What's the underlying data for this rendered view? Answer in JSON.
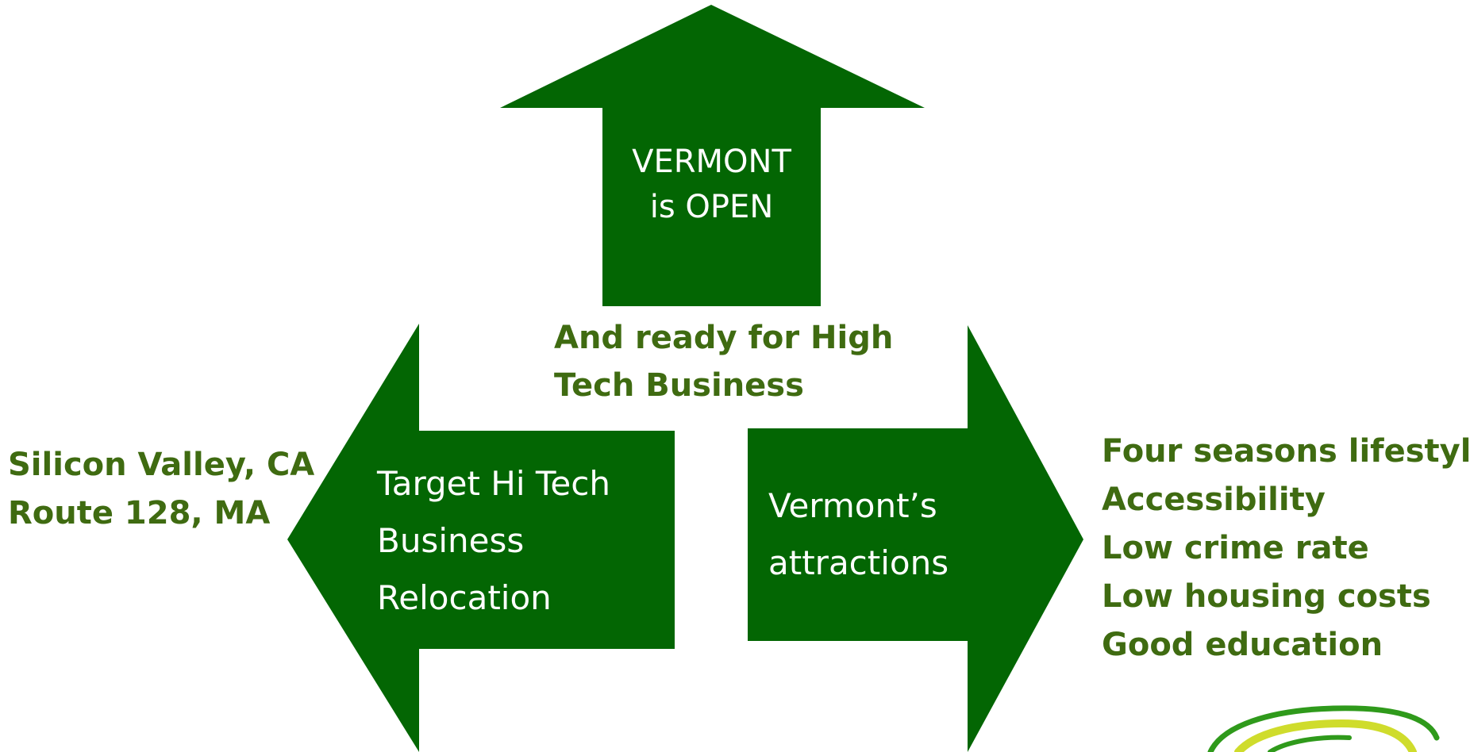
{
  "colors": {
    "arrow_fill": "#036603",
    "text_green": "#3f6b11",
    "text_white": "#ffffff",
    "logo_green": "#2f9a1b",
    "logo_yellow": "#cfdc2c"
  },
  "up_arrow": {
    "line1": "VERMONT",
    "line2": "is OPEN"
  },
  "up_caption": {
    "line1": "And ready for High",
    "line2": "Tech Business"
  },
  "left_arrow": {
    "line1": "Target Hi Tech",
    "line2": "Business",
    "line3": "Relocation"
  },
  "left_side": {
    "line1": "Silicon Valley, CA",
    "line2": "Route 128, MA"
  },
  "right_arrow": {
    "line1": "Vermont’s",
    "line2": "attractions"
  },
  "right_side": {
    "items": [
      "Four seasons lifestyle",
      "Accessibility",
      "Low crime rate",
      "Low housing costs",
      "Good education"
    ]
  },
  "logo": {
    "icon": "swirl-logo-icon"
  }
}
